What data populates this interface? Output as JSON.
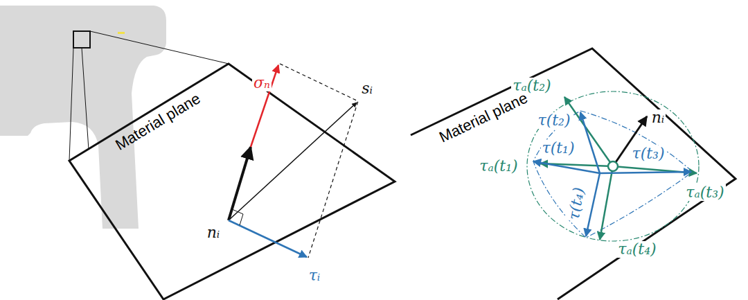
{
  "diagram": {
    "labels": [
      "Material plane",
      "σₙ",
      "sᵢ",
      "nᵢ",
      "τᵢ",
      "Material plane",
      "nᵢ",
      "τₐ(t₂)",
      "τ(t₂)",
      "τ(t₁)",
      "τ(t₃)",
      "τₐ(t₁)",
      "τₐ(t₃)",
      "τ(t₄)",
      "τₐ(t₄)"
    ]
  }
}
